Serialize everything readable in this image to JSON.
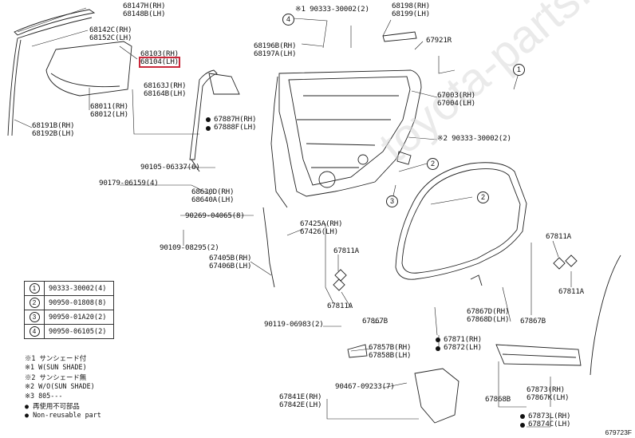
{
  "callouts": [
    {
      "id": "p68147",
      "lines": [
        "68147H(RH)",
        "68148B(LH)"
      ]
    },
    {
      "id": "p68142",
      "lines": [
        "68142C(RH)",
        "68152C(LH)"
      ]
    },
    {
      "id": "p68103",
      "lines": [
        "68103(RH)",
        "68104(LH)"
      ]
    },
    {
      "id": "p68163",
      "lines": [
        "68163J(RH)",
        "68164B(LH)"
      ]
    },
    {
      "id": "p68011",
      "lines": [
        "68011(RH)",
        "68012(LH)"
      ]
    },
    {
      "id": "p68191",
      "lines": [
        "68191B(RH)",
        "68192B(LH)"
      ]
    },
    {
      "id": "p67887",
      "lines": [
        "67887H(RH)",
        "67888F(LH)"
      ]
    },
    {
      "id": "p90105",
      "lines": [
        "90105-06337(6)"
      ]
    },
    {
      "id": "p90179",
      "lines": [
        "90179-06159(4)"
      ]
    },
    {
      "id": "p68630",
      "lines": [
        "68630D(RH)",
        "68640A(LH)"
      ]
    },
    {
      "id": "p90269",
      "lines": [
        "90269-04065(8)"
      ]
    },
    {
      "id": "p90109",
      "lines": [
        "90109-08295(2)"
      ]
    },
    {
      "id": "p67405",
      "lines": [
        "67405B(RH)",
        "67406B(LH)"
      ]
    },
    {
      "id": "p90119",
      "lines": [
        "90119-06983(2)"
      ]
    },
    {
      "id": "p90333top",
      "lines": [
        "※1 90333-30002(2)"
      ]
    },
    {
      "id": "p68196",
      "lines": [
        "68196B(RH)",
        "68197A(LH)"
      ]
    },
    {
      "id": "p68198",
      "lines": [
        "68198(RH)",
        "68199(LH)"
      ]
    },
    {
      "id": "p67921",
      "lines": [
        "67921R"
      ]
    },
    {
      "id": "p67003",
      "lines": [
        "67003(RH)",
        "67004(LH)"
      ]
    },
    {
      "id": "p90333mid",
      "lines": [
        "※2 90333-30002(2)"
      ]
    },
    {
      "id": "p67425",
      "lines": [
        "67425A(RH)",
        "67426(LH)"
      ]
    },
    {
      "id": "p67811a",
      "lines": [
        "67811A"
      ]
    },
    {
      "id": "p67811b",
      "lines": [
        "67811A"
      ]
    },
    {
      "id": "p67811c",
      "lines": [
        "67811A"
      ]
    },
    {
      "id": "p67811d",
      "lines": [
        "67811A"
      ]
    },
    {
      "id": "p67867b1",
      "lines": [
        "67867B"
      ]
    },
    {
      "id": "p67867d",
      "lines": [
        "67867D(RH)",
        "67868D(LH)"
      ]
    },
    {
      "id": "p67867b2",
      "lines": [
        "67867B"
      ]
    },
    {
      "id": "p67871",
      "lines": [
        "67871(RH)",
        "67872(LH)"
      ]
    },
    {
      "id": "p67857",
      "lines": [
        "67857B(RH)",
        "67858B(LH)"
      ]
    },
    {
      "id": "p90467",
      "lines": [
        "90467-09233(7)"
      ]
    },
    {
      "id": "p67841",
      "lines": [
        "67841E(RH)",
        "67842E(LH)"
      ]
    },
    {
      "id": "p67868b",
      "lines": [
        "67868B"
      ]
    },
    {
      "id": "p67873",
      "lines": [
        "67873(RH)",
        "67867K(LH)"
      ]
    },
    {
      "id": "p67873l",
      "lines": [
        "67873L(RH)",
        "67874C(LH)"
      ]
    }
  ],
  "circled_refs": {
    "r4": "4",
    "r1": "1",
    "r2a": "2",
    "r2b": "2",
    "r3": "3"
  },
  "legend": {
    "rows": [
      {
        "num": "1",
        "part": "90333-30002(4)"
      },
      {
        "num": "2",
        "part": "90950-01808(8)"
      },
      {
        "num": "3",
        "part": "90950-01A20(2)"
      },
      {
        "num": "4",
        "part": "90950-06105(2)"
      }
    ]
  },
  "notes": [
    "※1 サンシェード付",
    "※1 W(SUN SHADE)",
    "※2 サンシェード無",
    "※2 W/O(SUN SHADE)",
    "※3 805---",
    "● 再使用不可部品",
    "● Non-reusable part"
  ],
  "figure_id": "679723F",
  "watermark": "toyota-parts.ru",
  "colors": {
    "highlight": "#c9283a",
    "line": "#222222"
  }
}
